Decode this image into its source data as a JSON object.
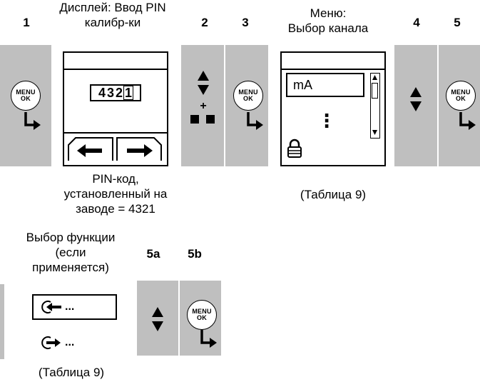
{
  "steps": {
    "s1": "1",
    "s2": "2",
    "s3": "3",
    "s4": "4",
    "s5": "5",
    "s5a": "5a",
    "s5b": "5b"
  },
  "captions": {
    "display_title": "Дисплей: Ввод PIN\nкалибр-ки",
    "menu_title": "Меню:\nВыбор канала",
    "pin_note": "PIN-код,\nустановленный на\nзаводе = 4321",
    "table_ref_1": "(Таблица 9)",
    "function_title": "Выбор функции\n(если\nприменяется)",
    "table_ref_2": "(Таблица 9)"
  },
  "buttons": {
    "menu_top": "MENU",
    "menu_bottom": "OK"
  },
  "pin_screen": {
    "digits": [
      "4",
      "3",
      "2",
      "1"
    ]
  },
  "channel_screen": {
    "selected_item": "mA",
    "more": "⋮"
  },
  "function_list": {
    "item1": "...",
    "item2": "..."
  },
  "colors": {
    "panel_gray": "#bfbfbf",
    "border": "#000000"
  }
}
